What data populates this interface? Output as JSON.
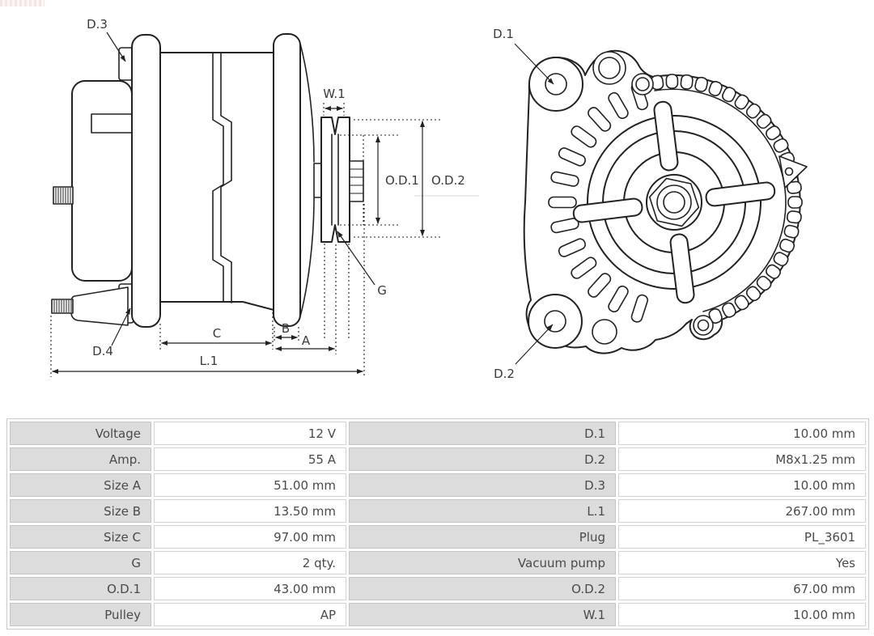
{
  "drawing": {
    "line_color": "#222222",
    "label_color": "#3a3a3a",
    "side_view": {
      "labels": {
        "d3": "D.3",
        "d4": "D.4",
        "w1": "W.1",
        "od1": "O.D.1",
        "od2": "O.D.2",
        "g": "G",
        "c": "C",
        "b": "B",
        "a": "A",
        "l1": "L.1"
      }
    },
    "front_view": {
      "labels": {
        "d1": "D.1",
        "d2": "D.2"
      }
    }
  },
  "spec_table": {
    "style": {
      "label_bg": "#dcdcdc",
      "value_bg": "#ffffff",
      "border": "#c6c6c6",
      "text": "#4a4a4a"
    },
    "rows": [
      {
        "left_label": "Voltage",
        "left_value": "12 V",
        "right_label": "D.1",
        "right_value": "10.00 mm"
      },
      {
        "left_label": "Amp.",
        "left_value": "55 A",
        "right_label": "D.2",
        "right_value": "M8x1.25 mm"
      },
      {
        "left_label": "Size A",
        "left_value": "51.00 mm",
        "right_label": "D.3",
        "right_value": "10.00 mm"
      },
      {
        "left_label": "Size B",
        "left_value": "13.50 mm",
        "right_label": "L.1",
        "right_value": "267.00 mm"
      },
      {
        "left_label": "Size C",
        "left_value": "97.00 mm",
        "right_label": "Plug",
        "right_value": "PL_3601"
      },
      {
        "left_label": "G",
        "left_value": "2 qty.",
        "right_label": "Vacuum pump",
        "right_value": "Yes"
      },
      {
        "left_label": "O.D.1",
        "left_value": "43.00 mm",
        "right_label": "O.D.2",
        "right_value": "67.00 mm"
      },
      {
        "left_label": "Pulley",
        "left_value": "AP",
        "right_label": "W.1",
        "right_value": "10.00 mm"
      }
    ]
  }
}
